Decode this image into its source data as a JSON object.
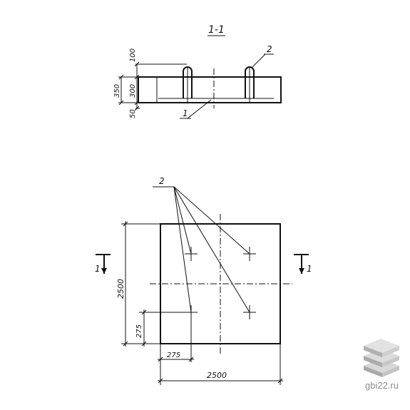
{
  "section": {
    "title": "1-1",
    "dims": [
      "100",
      "350",
      "300",
      "50"
    ],
    "callouts": [
      "1",
      "2"
    ]
  },
  "plan": {
    "callout": "2",
    "dim_left": "2500",
    "dim_left_small": "275",
    "dim_bottom_small": "275",
    "dim_bottom": "2500",
    "cut_left": "1",
    "cut_right": "1"
  },
  "watermark": {
    "text": "gbi22.ru"
  }
}
